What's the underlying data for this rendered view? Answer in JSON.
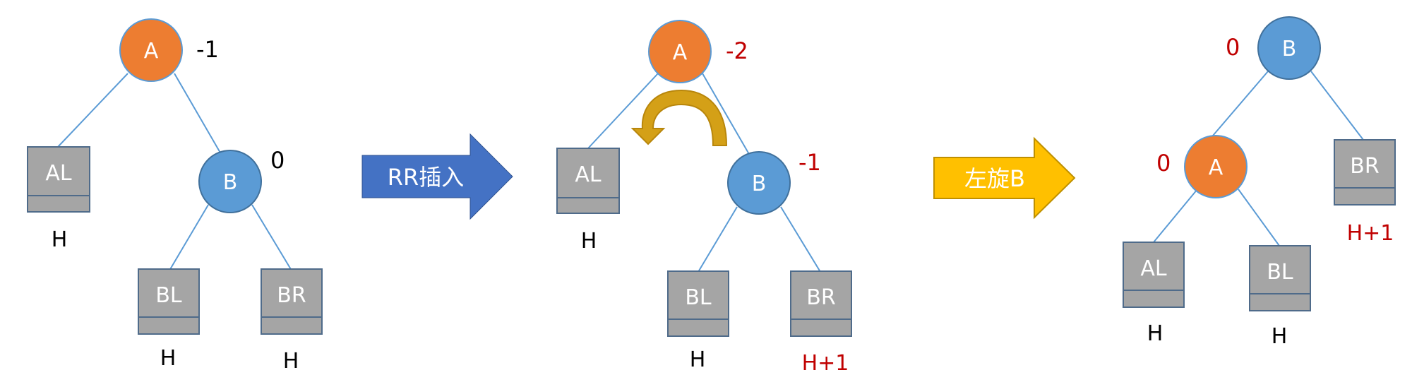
{
  "colors": {
    "node_orange": "#ED7D31",
    "node_blue": "#5B9BD5",
    "box_gray": "#A5A5A5",
    "box_border": "#4F6B8A",
    "edge": "#5B9BD5",
    "label_black": "#000000",
    "label_red": "#C00000",
    "arrow_blue": "#4472C4",
    "arrow_gold": "#FFC000",
    "rotate_arrow": "#D4A017"
  },
  "panel1": {
    "node_a": "A",
    "node_a_bf": "-1",
    "node_b": "B",
    "node_b_bf": "0",
    "box_al": "AL",
    "box_al_h": "H",
    "box_bl": "BL",
    "box_bl_h": "H",
    "box_br": "BR",
    "box_br_h": "H"
  },
  "arrow1": {
    "label": "RR插入",
    "icon": "right-arrow-icon"
  },
  "panel2": {
    "node_a": "A",
    "node_a_bf": "-2",
    "node_b": "B",
    "node_b_bf": "-1",
    "box_al": "AL",
    "box_al_h": "H",
    "box_bl": "BL",
    "box_bl_h": "H",
    "box_br": "BR",
    "box_br_h": "H+1",
    "rotate_icon": "curved-rotate-arrow-icon"
  },
  "arrow2": {
    "label": "左旋B",
    "icon": "right-arrow-icon"
  },
  "panel3": {
    "node_b": "B",
    "node_b_bf": "0",
    "node_a": "A",
    "node_a_bf": "0",
    "box_al": "AL",
    "box_al_h": "H",
    "box_bl": "BL",
    "box_bl_h": "H",
    "box_br": "BR",
    "box_br_h": "H+1"
  }
}
